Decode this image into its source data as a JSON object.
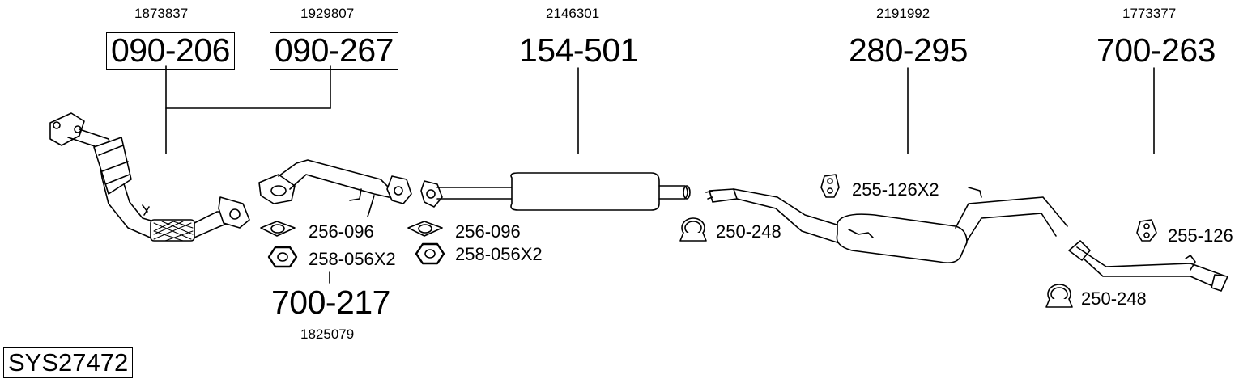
{
  "system_code": "SYS27472",
  "parts": [
    {
      "part": "090-206",
      "oem": "1873837",
      "boxed": true
    },
    {
      "part": "090-267",
      "oem": "1929807",
      "boxed": true
    },
    {
      "part": "154-501",
      "oem": "2146301",
      "boxed": false
    },
    {
      "part": "280-295",
      "oem": "2191992",
      "boxed": false
    },
    {
      "part": "700-263",
      "oem": "1773377",
      "boxed": false
    },
    {
      "part": "700-217",
      "oem": "1825079",
      "boxed": false
    }
  ],
  "accessories": [
    {
      "label": "256-096",
      "icon": "gasket-icon"
    },
    {
      "label": "258-056X2",
      "icon": "nut-icon"
    },
    {
      "label": "256-096",
      "icon": "gasket-icon"
    },
    {
      "label": "258-056X2",
      "icon": "nut-icon"
    },
    {
      "label": "250-248",
      "icon": "clamp-icon"
    },
    {
      "label": "255-126X2",
      "icon": "rubber-mount-icon"
    },
    {
      "label": "255-126",
      "icon": "rubber-mount-icon"
    },
    {
      "label": "250-248",
      "icon": "clamp-icon"
    }
  ],
  "components": [
    {
      "icon": "catalytic-converter-icon"
    },
    {
      "icon": "front-pipe-icon"
    },
    {
      "icon": "center-silencer-icon"
    },
    {
      "icon": "rear-silencer-icon"
    },
    {
      "icon": "tail-pipe-icon"
    }
  ]
}
